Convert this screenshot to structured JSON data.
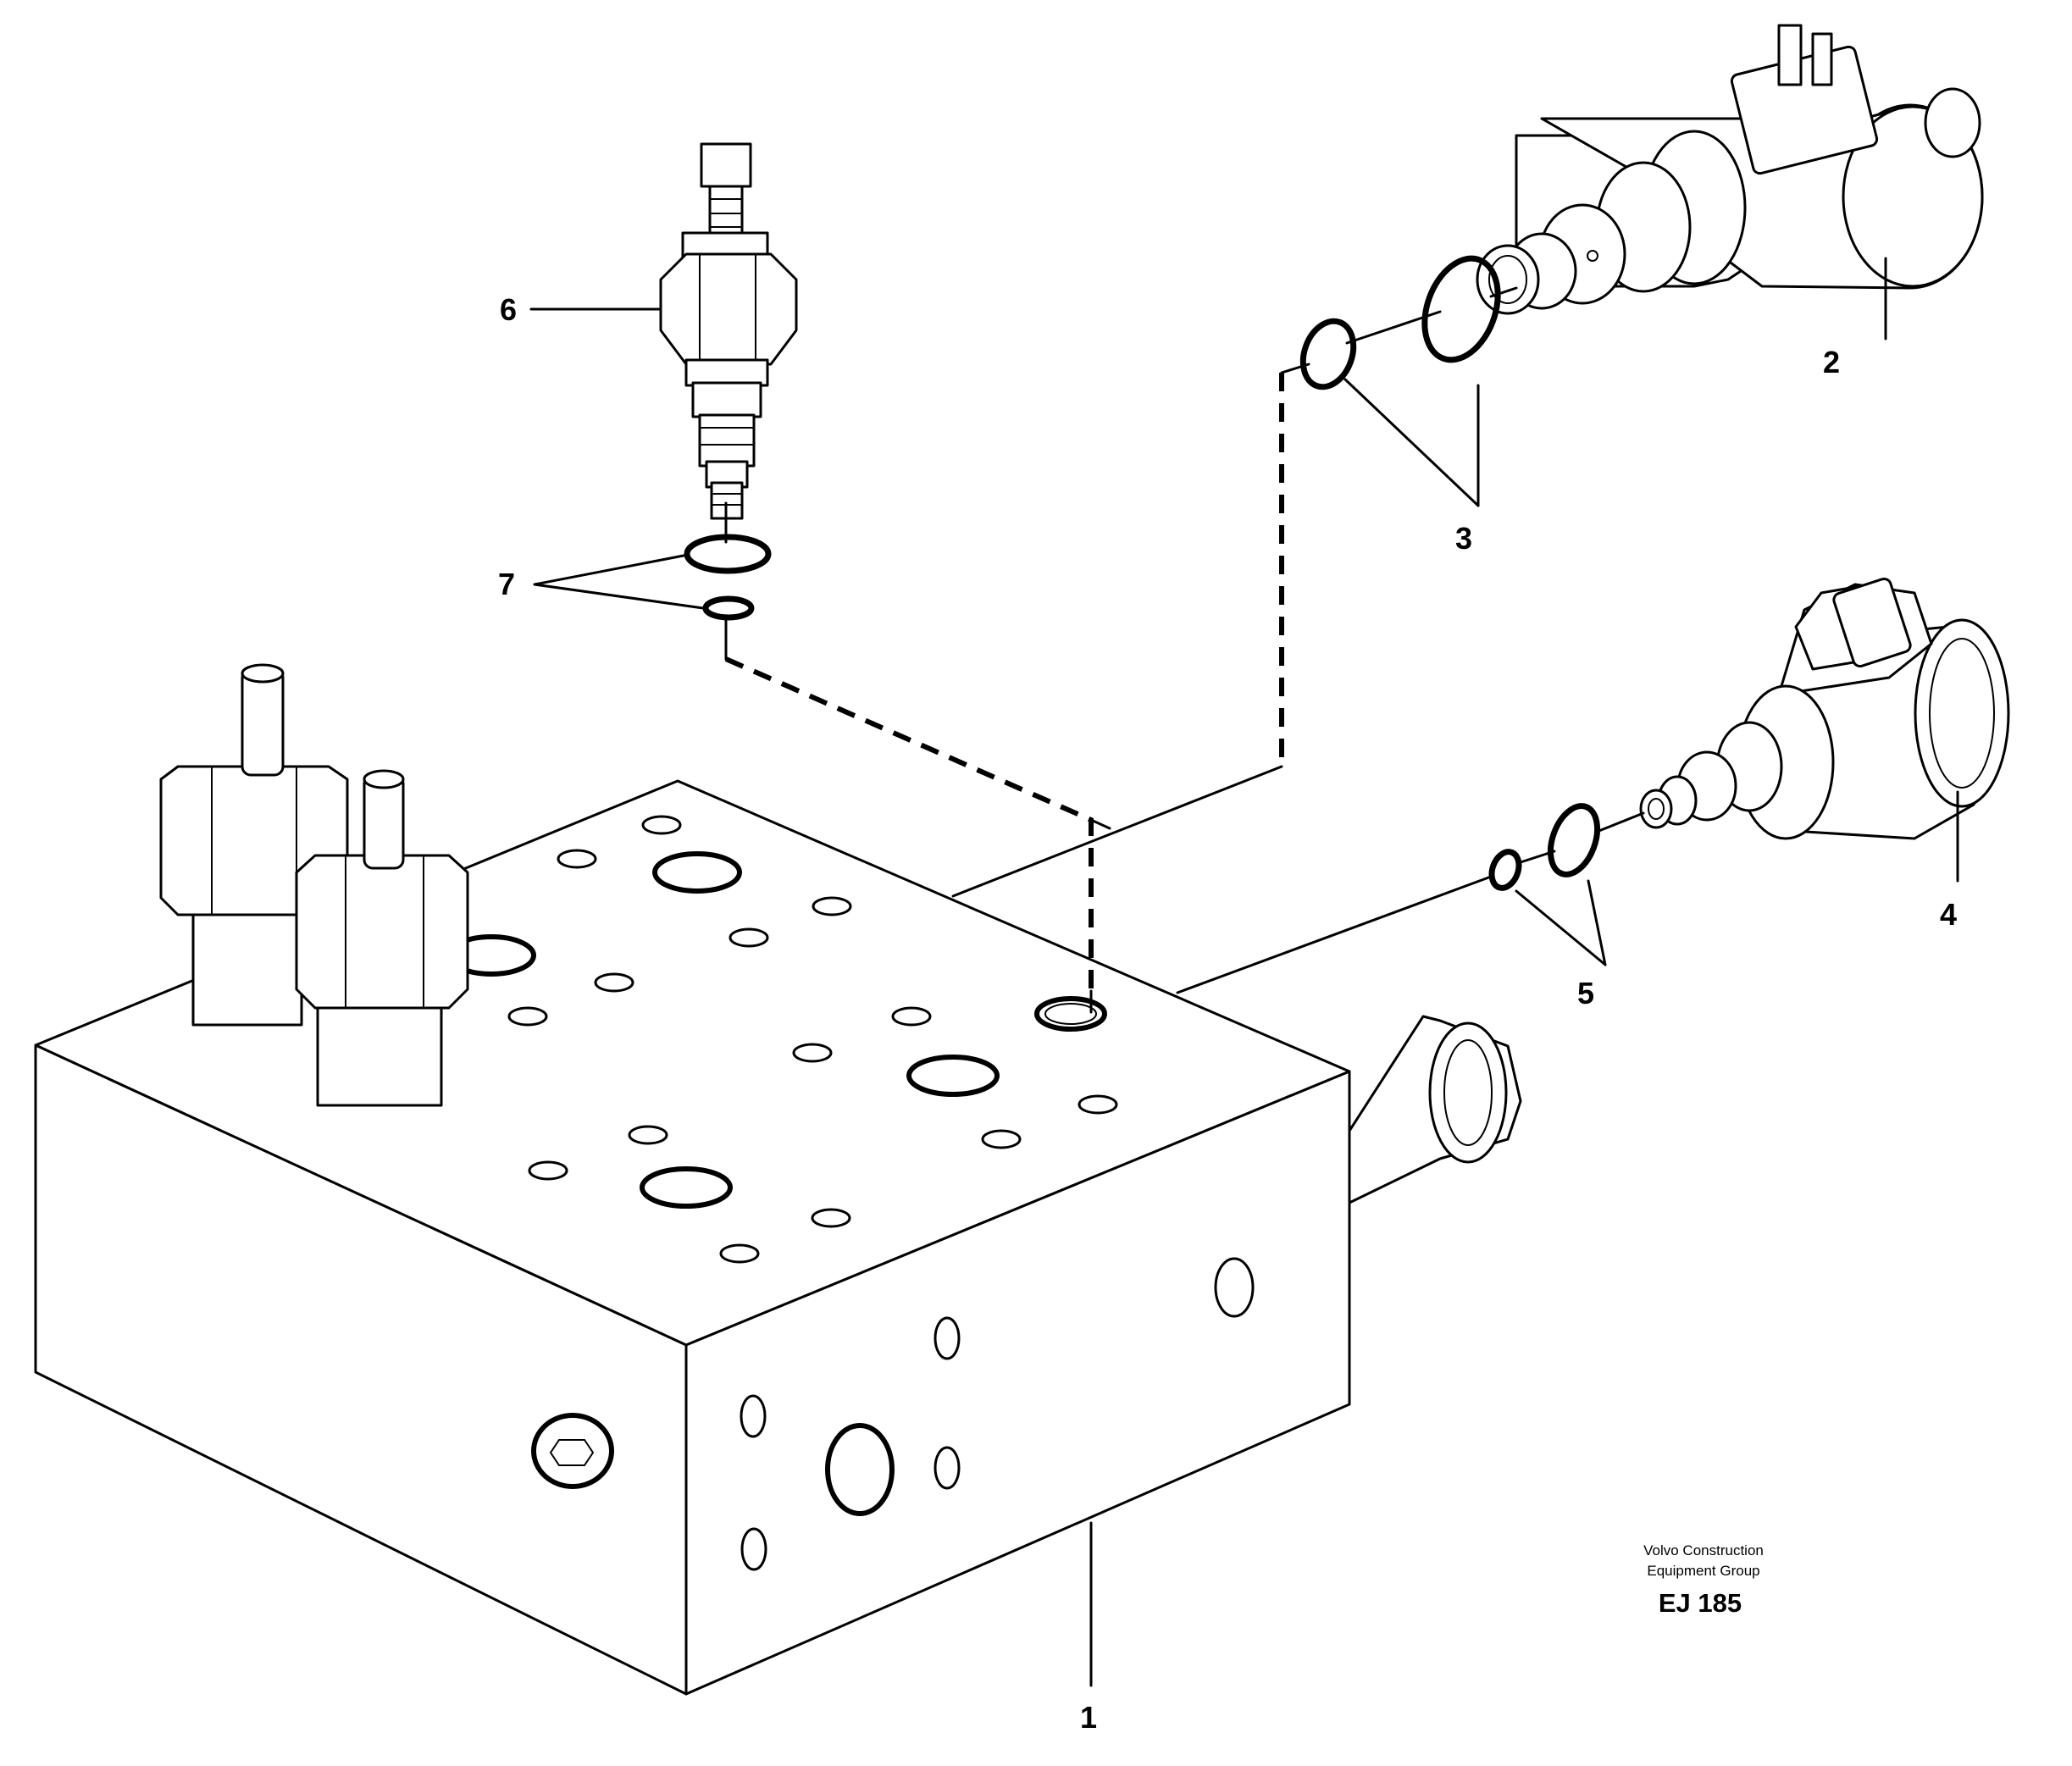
{
  "callouts": [
    "1",
    "2",
    "3",
    "4",
    "5",
    "6",
    "7"
  ],
  "credit": {
    "line1": "Volvo Construction",
    "line2": "Equipment Group",
    "code": "EJ 185"
  }
}
